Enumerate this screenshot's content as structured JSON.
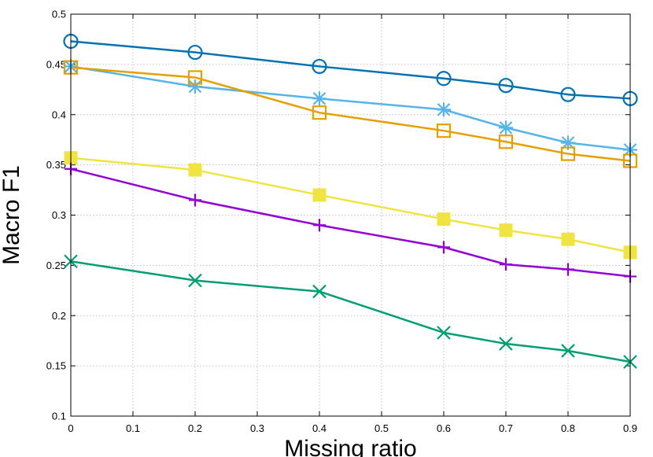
{
  "chart_data": {
    "type": "line",
    "title": "",
    "xlabel": "Missing ratio",
    "ylabel": "Macro F1",
    "xlim": [
      0,
      0.9
    ],
    "ylim": [
      0.1,
      0.5
    ],
    "xticks": [
      "0",
      "0.1",
      "0.2",
      "0.3",
      "0.4",
      "0.5",
      "0.6",
      "0.7",
      "0.8",
      "0.9"
    ],
    "yticks": [
      "0.1",
      "0.15",
      "0.2",
      "0.25",
      "0.3",
      "0.35",
      "0.4",
      "0.45",
      "0.5"
    ],
    "grid": true,
    "legend": "none",
    "x": [
      0,
      0.2,
      0.4,
      0.6,
      0.7,
      0.8,
      0.9
    ],
    "series": [
      {
        "marker": "circle",
        "color": "#0072b2",
        "values": [
          0.473,
          0.462,
          0.448,
          0.436,
          0.429,
          0.42,
          0.416
        ]
      },
      {
        "marker": "star",
        "color": "#56b4e9",
        "values": [
          0.448,
          0.428,
          0.416,
          0.405,
          0.387,
          0.372,
          0.365
        ]
      },
      {
        "marker": "square-open",
        "color": "#e69f00",
        "values": [
          0.447,
          0.437,
          0.402,
          0.384,
          0.373,
          0.361,
          0.354
        ]
      },
      {
        "marker": "square-filled",
        "color": "#f0e442",
        "values": [
          0.357,
          0.345,
          0.32,
          0.296,
          0.285,
          0.276,
          0.263
        ]
      },
      {
        "marker": "plus",
        "color": "#9400d3",
        "values": [
          0.346,
          0.315,
          0.29,
          0.268,
          0.251,
          0.246,
          0.239
        ]
      },
      {
        "marker": "x",
        "color": "#009e73",
        "values": [
          0.254,
          0.235,
          0.224,
          0.183,
          0.172,
          0.165,
          0.154
        ]
      }
    ]
  }
}
